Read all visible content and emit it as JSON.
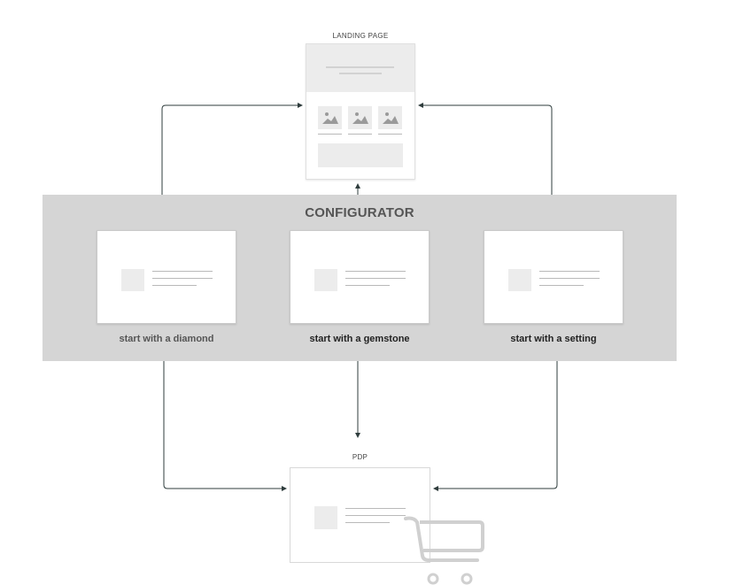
{
  "landing_page": {
    "label": "LANDING PAGE"
  },
  "configurator": {
    "title": "CONFIGURATOR",
    "options": [
      {
        "label": "start with a diamond"
      },
      {
        "label": "start with a gemstone"
      },
      {
        "label": "start with a setting"
      }
    ]
  },
  "pdp": {
    "label": "PDP"
  },
  "icons": [
    "image-icon",
    "cart-icon"
  ],
  "colors": {
    "band": "#d5d5d5",
    "arrow": "#2f3d3d",
    "placeholder": "#ececec",
    "placeholder_line": "#b9b9b9",
    "option_label_muted": "#555555",
    "option_label_dark": "#222222"
  }
}
